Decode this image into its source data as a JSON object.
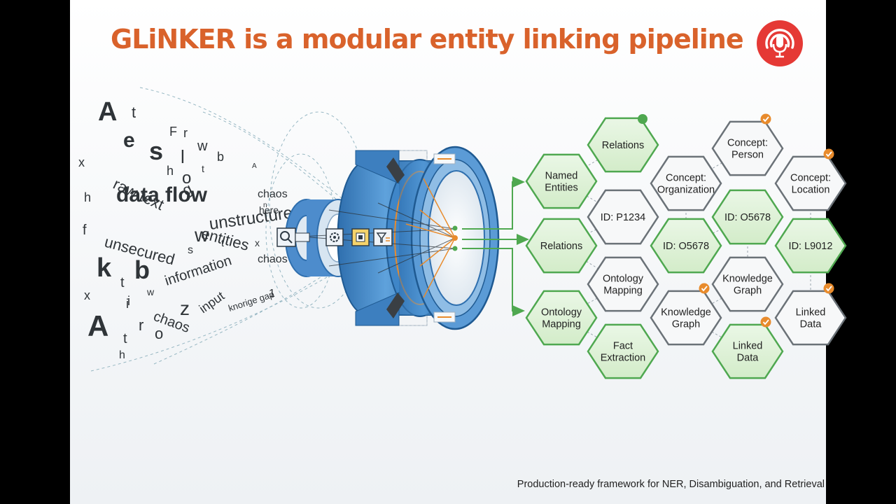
{
  "title": "GLiNKER is a modular entity linking pipeline",
  "caption": "Production-ready framework for NER, Disambiguation, and Retrieval",
  "colors": {
    "accent": "#d9622b",
    "green": "#4fa850",
    "pipeline_blue": "#3a7fc0",
    "orange_check": "#e88b2c"
  },
  "icons": [
    "podcast-mic-icon",
    "search-icon",
    "gear-icon",
    "chip-icon",
    "filter-icon"
  ],
  "chaos_words": [
    "A",
    "t",
    "e",
    "s",
    "F",
    "r",
    "w",
    "b",
    "l",
    "o",
    "h",
    "t",
    "x",
    "g",
    "raw text",
    "data flow",
    "unstructured",
    "h",
    "f",
    "unsecured",
    "entities",
    "w",
    "s",
    "t",
    "information",
    "k",
    "t",
    "b",
    "chaos",
    "here",
    "chaos",
    "x",
    "i",
    "w",
    "z",
    "input",
    "knorige gap",
    "chaos",
    "A",
    "t",
    "r",
    "o",
    "h",
    "x",
    "i",
    "1",
    "A",
    "n"
  ],
  "hexagons": [
    {
      "lines": [
        "Relations"
      ],
      "style": "green"
    },
    {
      "lines": [
        "Concept:",
        "Person"
      ],
      "style": "grey",
      "badge": "check"
    },
    {
      "lines": [
        "Named",
        "Entities"
      ],
      "style": "green"
    },
    {
      "lines": [
        "Concept:",
        "Organization"
      ],
      "style": "grey"
    },
    {
      "lines": [
        "Concept:",
        "Location"
      ],
      "style": "grey",
      "badge": "check"
    },
    {
      "lines": [
        "ID: P1234"
      ],
      "style": "grey"
    },
    {
      "lines": [
        "ID: O5678"
      ],
      "style": "green"
    },
    {
      "lines": [
        "Relations"
      ],
      "style": "green"
    },
    {
      "lines": [
        "ID: O5678"
      ],
      "style": "green"
    },
    {
      "lines": [
        "ID: L9012"
      ],
      "style": "green"
    },
    {
      "lines": [
        "Ontology",
        "Mapping"
      ],
      "style": "grey"
    },
    {
      "lines": [
        "Knowledge",
        "Graph"
      ],
      "style": "grey"
    },
    {
      "lines": [
        "Ontology",
        "Mapping"
      ],
      "style": "green"
    },
    {
      "lines": [
        "Knowledge",
        "Graph"
      ],
      "style": "grey",
      "badge": "check"
    },
    {
      "lines": [
        "Linked",
        "Data"
      ],
      "style": "grey",
      "badge": "check"
    },
    {
      "lines": [
        "Fact",
        "Extraction"
      ],
      "style": "green"
    },
    {
      "lines": [
        "Linked",
        "Data"
      ],
      "style": "green",
      "badge": "check"
    }
  ]
}
